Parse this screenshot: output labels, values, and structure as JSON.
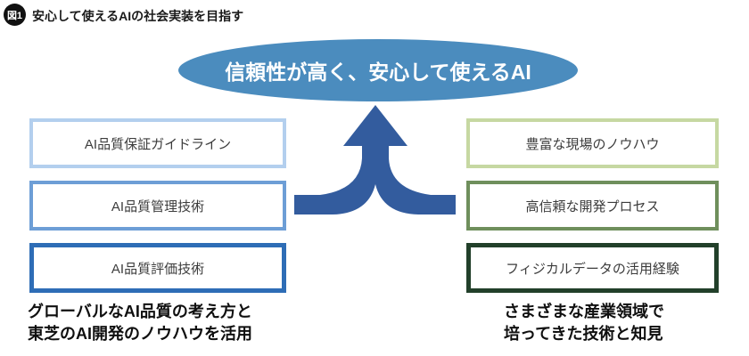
{
  "header": {
    "badge": "図1",
    "title": "安心して使えるAIの社会実装を目指す"
  },
  "goal": {
    "label": "信頼性が高く、安心して使えるAI",
    "color": "#4b8cbe"
  },
  "arrow": {
    "description": "merge-up-arrow",
    "color": "#335c9e"
  },
  "left_column": {
    "boxes": [
      {
        "label": "AI品質保証ガイドライン",
        "border_color": "#b3cfee"
      },
      {
        "label": "AI品質管理技術",
        "border_color": "#6d9ed6"
      },
      {
        "label": "AI品質評価技術",
        "border_color": "#2e6db6"
      }
    ],
    "caption_line1": "グローバルなAI品質の考え方と",
    "caption_line2": "東芝のAI開発のノウハウを活用"
  },
  "right_column": {
    "boxes": [
      {
        "label": "豊富な現場のノウハウ",
        "border_color": "#c6d8a2"
      },
      {
        "label": "高信頼な開発プロセス",
        "border_color": "#6f8f5c"
      },
      {
        "label": "フィジカルデータの活用経験",
        "border_color": "#22402a"
      }
    ],
    "caption_line1": "さまざまな産業領域で",
    "caption_line2": "培ってきた技術と知見"
  }
}
